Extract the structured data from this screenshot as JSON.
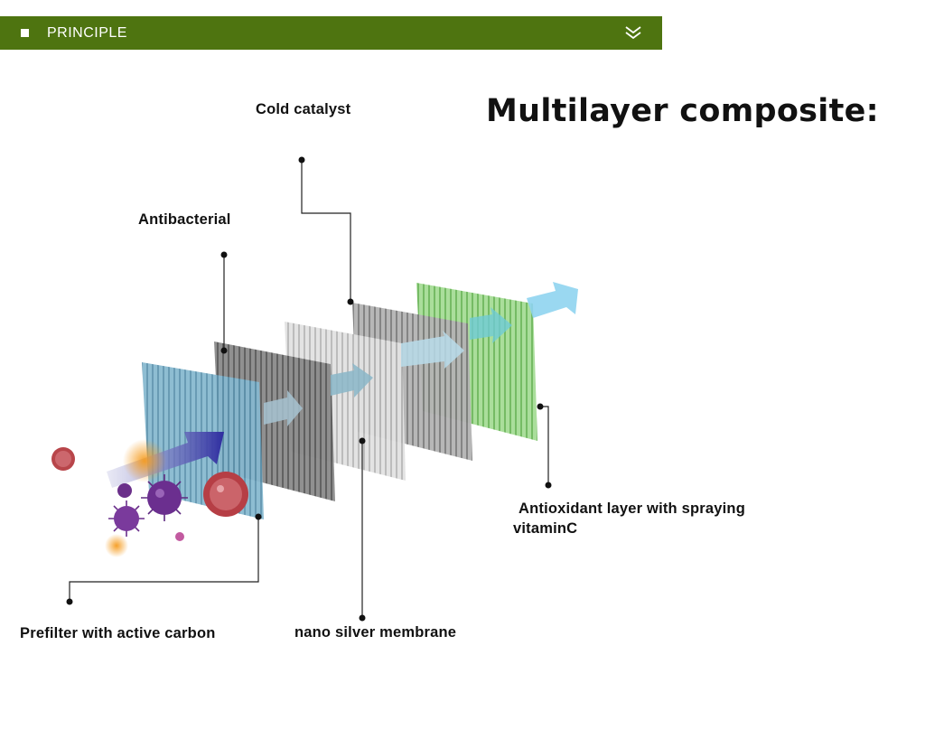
{
  "header": {
    "title": "PRINCIPLE",
    "icon_left": "square-bullet-icon",
    "icon_right": "double-chevron-down-icon",
    "color": "#4e7410"
  },
  "diagram": {
    "heading": "Multilayer composite:",
    "labels": {
      "cold_catalyst": "Cold catalyst",
      "antibacterial": "Antibacterial",
      "antioxidant_line1": "Antioxidant layer with spraying",
      "antioxidant_line2": "vitaminC",
      "prefilter": "Prefilter with active carbon",
      "nano_silver": "nano silver membrane"
    },
    "layer_colors": {
      "prefilter": "#7fb0c8",
      "antibacterial": "#7c7c7c",
      "nano_silver": "#d6d6d6",
      "cold_catalyst": "#9a9a9a",
      "antioxidant": "#8fcf7e",
      "arrow": "#3b3aa8",
      "exit_arrow": "#8fd4ef"
    }
  }
}
